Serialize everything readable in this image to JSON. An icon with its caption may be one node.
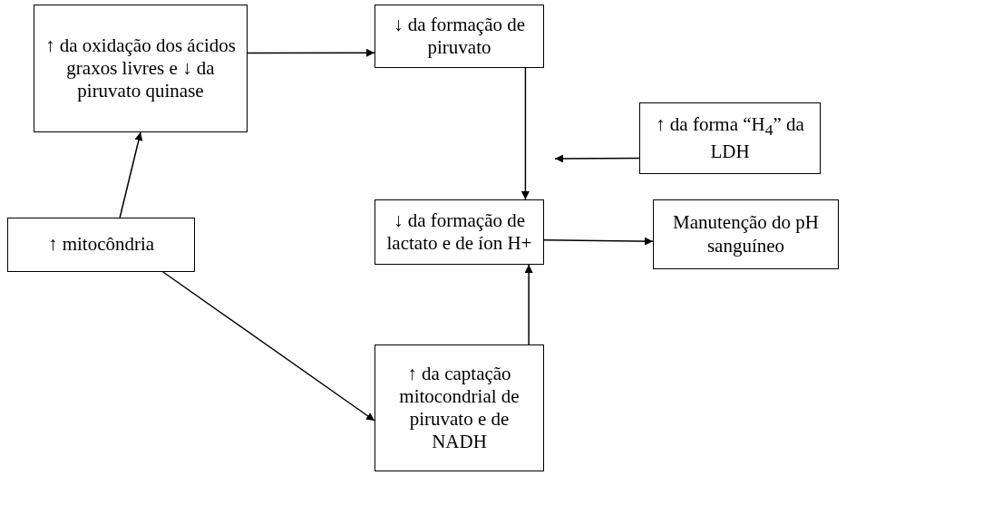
{
  "diagram": {
    "nodes": [
      {
        "text": [
          "↑ da oxidação dos ácidos graxos livres e ↓ da piruvato quinase"
        ]
      },
      {
        "text": [
          "↓ da formação de piruvato"
        ]
      },
      {
        "text": [
          "↑ da forma “H$_{4}$” da LDH"
        ]
      },
      {
        "text": [
          "↓ da formação de lactato e de íon H+"
        ]
      },
      {
        "text": [
          "Manutenção do pH sanguíneo"
        ]
      },
      {
        "text": [
          "↑  mitocôndria"
        ]
      },
      {
        "text": [
          "↑ da captação mitocondrial de piruvato e de NADH"
        ]
      }
    ],
    "edges": [
      {
        "from": 0,
        "to": 1,
        "arrow": "to"
      },
      {
        "from": 1,
        "to": 3,
        "arrow": "to"
      },
      {
        "from": 2,
        "to": null,
        "arrow": "to"
      },
      {
        "from": 3,
        "to": 4,
        "arrow": "to"
      },
      {
        "from": 5,
        "to": 0,
        "arrow": "to"
      },
      {
        "from": 5,
        "to": 6,
        "arrow": "to"
      },
      {
        "from": 6,
        "to": 3,
        "arrow": "to"
      }
    ]
  }
}
